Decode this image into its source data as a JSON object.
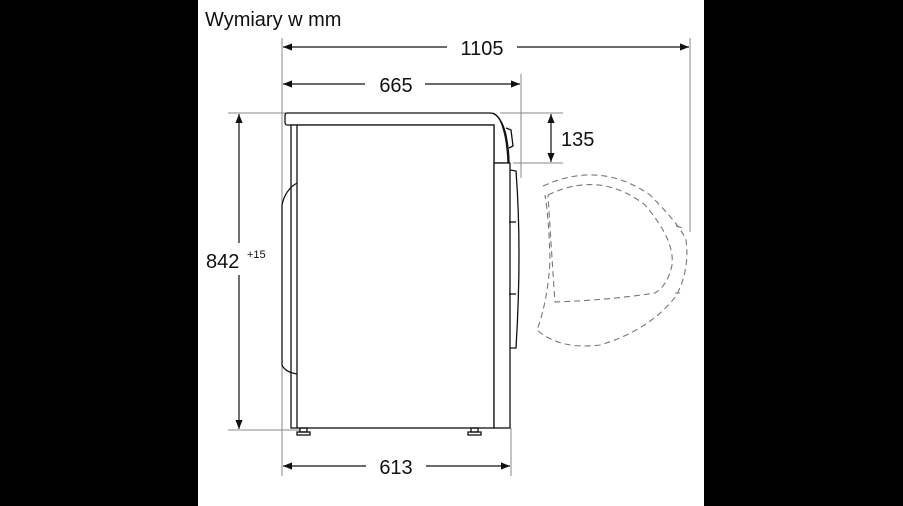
{
  "title": "Wymiary w mm",
  "dimensions": {
    "total_depth_door_open": "1105",
    "depth": "665",
    "top_offset": "135",
    "height": "842",
    "height_tolerance": "+15",
    "base_depth": "613"
  },
  "colors": {
    "background_band": "#000000",
    "paper": "#ffffff",
    "line": "#111111",
    "extension": "#888888"
  }
}
